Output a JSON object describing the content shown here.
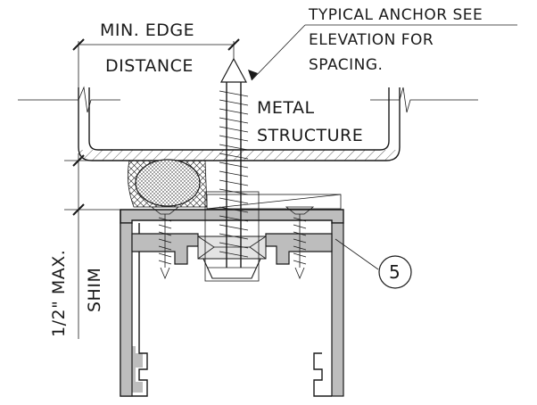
{
  "labels": {
    "anchor_note_line1": "TYPICAL ANCHOR SEE",
    "anchor_note_line2": "ELEVATION FOR",
    "anchor_note_line3": "SPACING.",
    "edge_distance_line1": "MIN. EDGE",
    "edge_distance_line2": "DISTANCE",
    "metal_structure_line1": "METAL",
    "metal_structure_line2": "STRUCTURE",
    "shim_line1": "1/2\" MAX.",
    "shim_line2": "SHIM",
    "callout_number": "5"
  },
  "colors": {
    "ink": "#1a1a1a",
    "profile_fill": "#bdbdbd",
    "background": "#ffffff"
  }
}
